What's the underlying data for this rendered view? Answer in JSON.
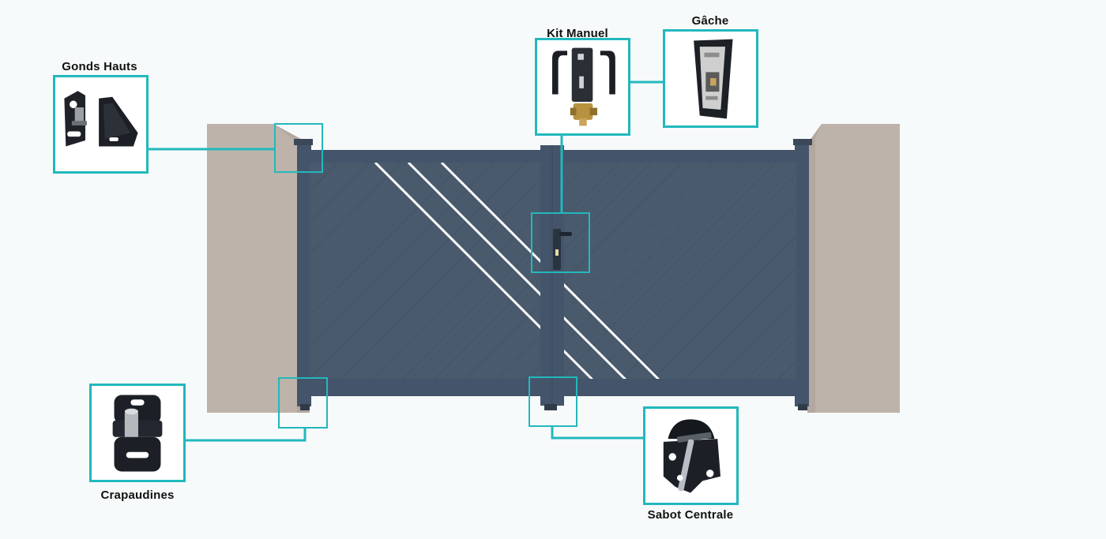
{
  "components": [
    {
      "id": "gonds-hauts",
      "label": "Gonds Hauts",
      "icon": "top-hinges-icon"
    },
    {
      "id": "kit-manuel",
      "label": "Kit Manuel",
      "icon": "manual-lock-kit-icon"
    },
    {
      "id": "gache",
      "label": "Gâche",
      "icon": "strike-plate-icon"
    },
    {
      "id": "crapaudines",
      "label": "Crapaudines",
      "icon": "bottom-pivot-icon"
    },
    {
      "id": "sabot-centrale",
      "label": "Sabot Centrale",
      "icon": "central-gate-stop-icon"
    }
  ],
  "colors": {
    "accent": "#22b8bd",
    "gate": "#4a5a6d",
    "gate_frame": "#44546a",
    "pillar": "#bdb3aa",
    "background": "#f7fafa"
  }
}
